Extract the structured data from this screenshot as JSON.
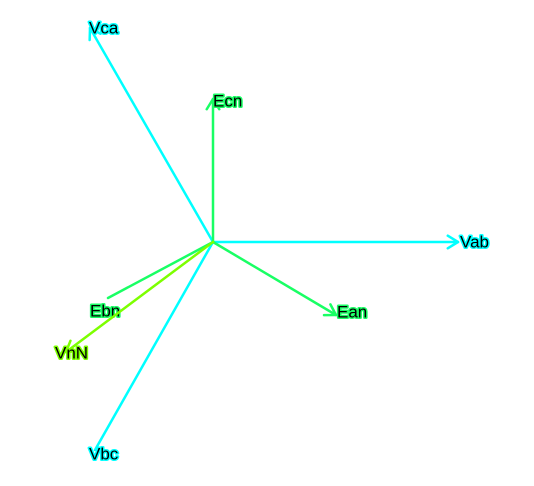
{
  "colors": {
    "cyan": "#00ffff",
    "green": "#19ff64",
    "lime": "#7dff00"
  },
  "phasors": [
    {
      "id": "vab",
      "label": "Vab",
      "color": "#00ffff",
      "arrow": true
    },
    {
      "id": "vca",
      "label": "Vca",
      "color": "#00ffff",
      "arrow": true
    },
    {
      "id": "vbc",
      "label": "Vbc",
      "color": "#00ffff",
      "arrow": false
    },
    {
      "id": "ecn",
      "label": "Ecn",
      "color": "#19ff64",
      "arrow": true
    },
    {
      "id": "ean",
      "label": "Ean",
      "color": "#19ff64",
      "arrow": true
    },
    {
      "id": "ebn",
      "label": "Ebn",
      "color": "#19ff64",
      "arrow": false
    },
    {
      "id": "vnn",
      "label": "VnN",
      "color": "#7dff00",
      "arrow": true
    }
  ]
}
